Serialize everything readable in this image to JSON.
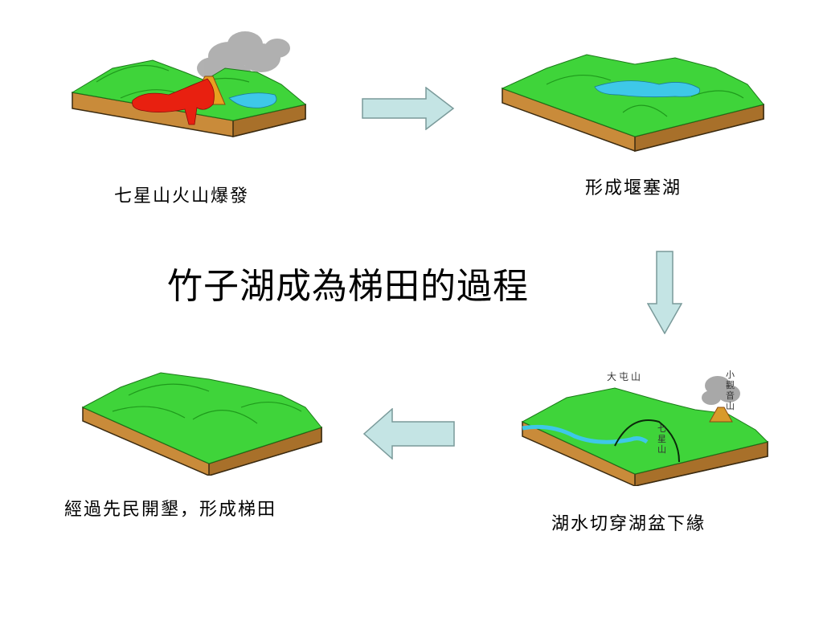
{
  "title": "竹子湖成為梯田的過程",
  "steps": [
    {
      "caption": "七星山火山爆發"
    },
    {
      "caption": "形成堰塞湖"
    },
    {
      "caption": "湖水切穿湖盆下緣"
    },
    {
      "caption": "經過先民開墾，形成梯田"
    }
  ],
  "map_labels": {
    "datun": "大屯山",
    "xiaoguanyin": "小觀音山",
    "qixing": "七星山"
  },
  "colors": {
    "grass": "#3fd43a",
    "soil": "#c98b3a",
    "water": "#3ec8e8",
    "lava": "#e82010",
    "arrow_fill": "#c4e4e4",
    "arrow_stroke": "#7a9a9a"
  }
}
